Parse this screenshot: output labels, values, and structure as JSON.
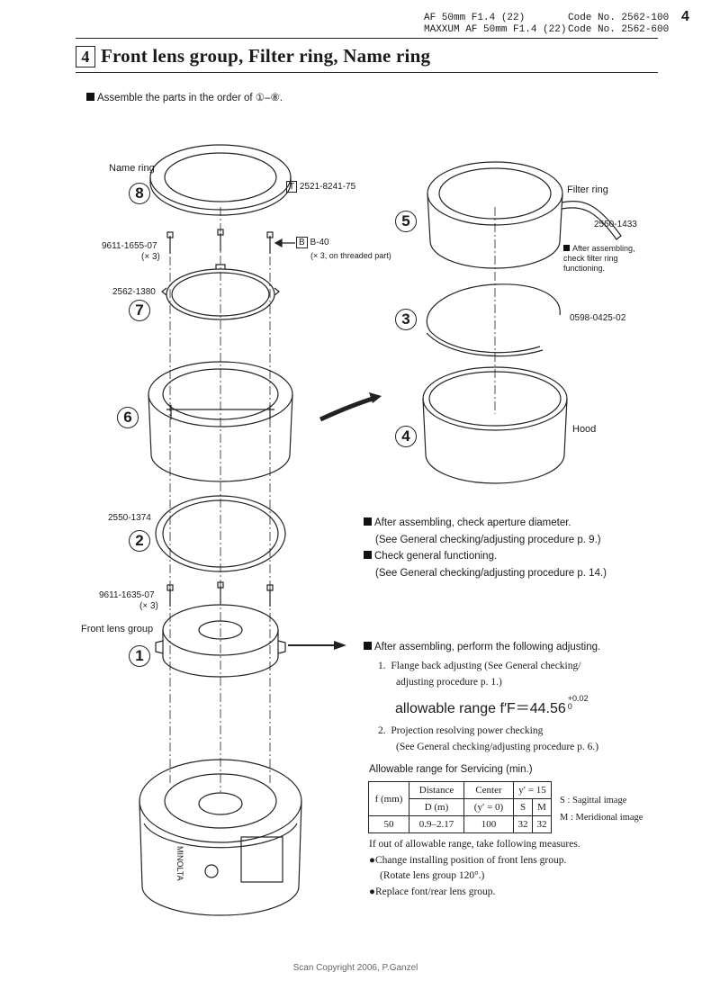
{
  "header": {
    "model_line1": "AF 50mm F1.4 (22)",
    "code_line1": "Code No. 2562-100",
    "model_line2": "MAXXUM AF 50mm F1.4 (22)",
    "code_line2": "Code No. 2562-600",
    "page_number": "4"
  },
  "section": {
    "number": "4",
    "title": "Front lens group, Filter ring, Name ring"
  },
  "instruction": "Assemble the parts in the order of ①–⑧.",
  "diagram_left": {
    "name_ring_label": "Name ring",
    "step8": "8",
    "tool_T": "T",
    "part_T": "2521-8241-75",
    "screw1_code": "9611-1655-07",
    "screw1_qty": "(× 3)",
    "tool_B": "B",
    "tool_B_code": "B-40",
    "tool_B_note": "(× 3, on threaded part)",
    "ring7_code": "2562-1380",
    "step7": "7",
    "step6": "6",
    "ring2_code": "2550-1374",
    "step2": "2",
    "screw2_code": "9611-1635-07",
    "screw2_qty": "(× 3)",
    "front_lens_label": "Front lens group",
    "step1": "1",
    "brand_text": "MINOLTA"
  },
  "diagram_right": {
    "step5": "5",
    "filter_ring_label": "Filter ring",
    "filter_ring_code": "2550-1433",
    "filter_note": "After assembling, check filter ring functioning.",
    "step3": "3",
    "spring_code": "0598-0425-02",
    "step4": "4",
    "hood_label": "Hood"
  },
  "notes": {
    "n1": "After assembling, check aperture diameter.",
    "n1b": "(See General checking/adjusting procedure p. 9.)",
    "n2": "Check general functioning.",
    "n2b": "(See General checking/adjusting procedure p. 14.)",
    "n3": "After assembling, perform the following adjusting.",
    "item1_num": "1.",
    "item1": "Flange back adjusting (See General checking/",
    "item1b": "adjusting procedure p. 1.)",
    "allowable_prefix": "allowable range f′F＝44.56",
    "allowable_sup": "+0.02",
    "allowable_sub": "0",
    "item2_num": "2.",
    "item2": "Projection resolving power checking",
    "item2b": "(See General checking/adjusting procedure p. 6.)"
  },
  "servicing": {
    "title": "Allowable range for Servicing (min.)",
    "col_f": "f (mm)",
    "col_distance": "Distance",
    "col_distance_unit": "D (m)",
    "col_center": "Center",
    "col_center_sub": "(y′ = 0)",
    "col_y": "y′ = 15",
    "col_s": "S",
    "col_m": "M",
    "row_f": "50",
    "row_d": "0.9–2.17",
    "row_center": "100",
    "row_s": "32",
    "row_m": "32",
    "legend_s": "S : Sagittal image",
    "legend_m": "M : Meridional image"
  },
  "measures": {
    "intro": "If out of allowable range, take following measures.",
    "m1": "Change installing position of front lens group.",
    "m1b": "(Rotate lens group 120°.)",
    "m2": "Replace font/rear lens group."
  },
  "footer": "Scan Copyright 2006, P.Ganzel"
}
